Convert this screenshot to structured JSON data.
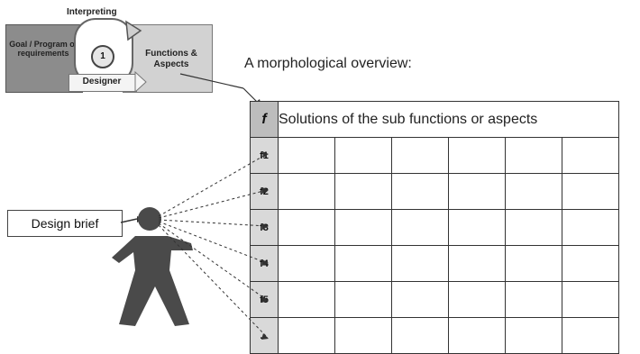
{
  "top_diagram": {
    "interpreting_label": "Interpreting",
    "goal_box_text": "Goal / Program of requirements",
    "step_number": "1",
    "designer_label": "Designer",
    "functions_box_text": "Functions & Aspects"
  },
  "morph": {
    "label": "A morphological overview:",
    "header_symbol": "f",
    "header_solutions": "Solutions of the sub functions or aspects",
    "rows": [
      "f1",
      "f2",
      "f3",
      "f4",
      "f5",
      "..."
    ]
  },
  "design_brief": "Design brief"
}
